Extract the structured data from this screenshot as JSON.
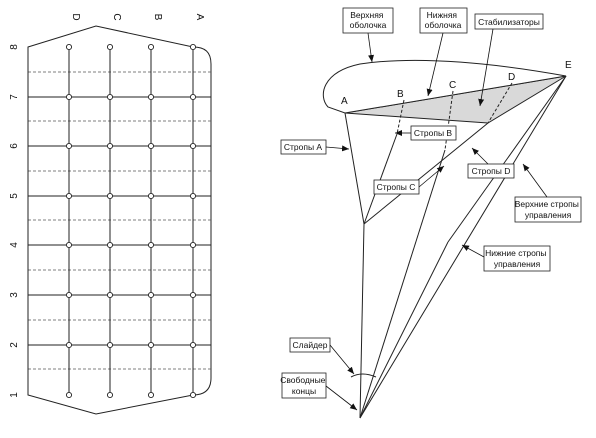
{
  "plan": {
    "rows": [
      "1",
      "2",
      "3",
      "4",
      "5",
      "6",
      "7",
      "8"
    ],
    "columns": [
      "D",
      "C",
      "B",
      "A"
    ]
  },
  "points": {
    "A": "A",
    "B": "B",
    "C": "C",
    "D": "D",
    "E": "E"
  },
  "callouts": {
    "upper_surface": [
      "Верхняя",
      "оболочка"
    ],
    "lower_surface": [
      "Нижняя",
      "оболочка"
    ],
    "stabilizers": [
      "Стабилизаторы"
    ],
    "lines_a": [
      "Стропы А"
    ],
    "lines_b": [
      "Стропы В"
    ],
    "lines_c": [
      "Стропы С"
    ],
    "lines_d": [
      "Стропы D"
    ],
    "upper_brakes": [
      "Верхние стропы",
      "управления"
    ],
    "lower_brakes": [
      "Нижние стропы",
      "управления"
    ],
    "slider": [
      "Слайдер"
    ],
    "free_ends": [
      "Свободные",
      "концы"
    ]
  }
}
